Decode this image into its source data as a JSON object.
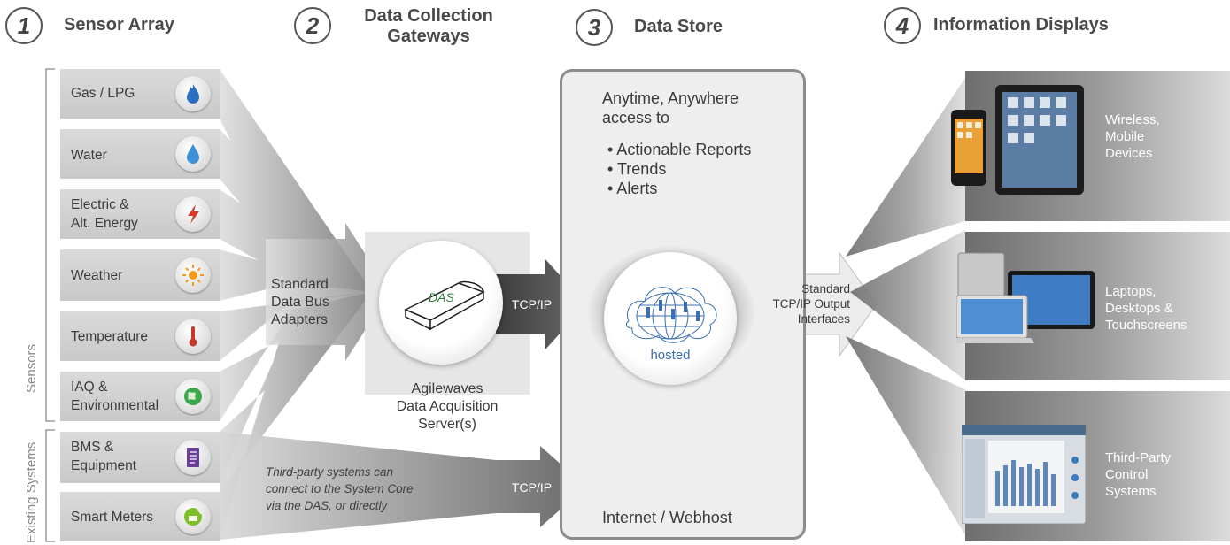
{
  "steps": [
    {
      "num": "1",
      "title": "Sensor Array"
    },
    {
      "num": "2",
      "title_line1": "Data Collection",
      "title_line2": "Gateways"
    },
    {
      "num": "3",
      "title": "Data Store"
    },
    {
      "num": "4",
      "title": "Information Displays"
    }
  ],
  "sensors": [
    {
      "label_line1": "Gas / LPG",
      "label_line2": "",
      "icon": "flame-icon"
    },
    {
      "label_line1": "Water",
      "label_line2": "",
      "icon": "water-drop-icon"
    },
    {
      "label_line1": "Electric &",
      "label_line2": "Alt. Energy",
      "icon": "lightning-icon"
    },
    {
      "label_line1": "Weather",
      "label_line2": "",
      "icon": "sun-icon"
    },
    {
      "label_line1": "Temperature",
      "label_line2": "",
      "icon": "thermometer-icon"
    },
    {
      "label_line1": "IAQ &",
      "label_line2": "Environmental",
      "icon": "globe-icon"
    },
    {
      "label_line1": "BMS &",
      "label_line2": "Equipment",
      "icon": "document-icon"
    },
    {
      "label_line1": "Smart Meters",
      "label_line2": "",
      "icon": "meter-icon"
    }
  ],
  "group_labels": {
    "sensors": "Sensors",
    "existing": "Existing Systems"
  },
  "adapters": {
    "line1": "Standard",
    "line2": "Data Bus",
    "line3": "Adapters"
  },
  "das": {
    "device_label": "DAS",
    "caption_line1": "Agilewaves",
    "caption_line2": "Data Acquisition",
    "caption_line3": "Server(s)"
  },
  "tcpip_label": "TCP/IP",
  "tcpip_label_2": "TCP/IP",
  "third_party_note": {
    "line1": "Third-party systems can",
    "line2": "connect to the System Core",
    "line3": "via the DAS, or directly"
  },
  "data_store": {
    "intro_line1": "Anytime, Anywhere",
    "intro_line2": "access to",
    "bullets": [
      "• Actionable Reports",
      "• Trends",
      "• Alerts"
    ],
    "cloud_label": "hosted",
    "footer": "Internet / Webhost"
  },
  "output": {
    "line1": "Standard",
    "line2": "TCP/IP Output",
    "line3": "Interfaces"
  },
  "displays": [
    {
      "line1": "Wireless,",
      "line2": "Mobile",
      "line3": "Devices",
      "icon": "mobile-devices-icon"
    },
    {
      "line1": "Laptops,",
      "line2": "Desktops &",
      "line3": "Touchscreens",
      "icon": "computers-icon"
    },
    {
      "line1": "Third-Party",
      "line2": "Control",
      "line3": "Systems",
      "icon": "control-screen-icon"
    }
  ],
  "colors": {
    "flame": "#2a6fc2",
    "water": "#3d8fd6",
    "lightning": "#d93a2b",
    "sun": "#f39a1e",
    "thermometer": "#c63a2a",
    "globe": "#3aa84a",
    "document": "#6a3f98",
    "meter": "#7fbf2a",
    "cloud_text": "#3c6fb0"
  }
}
